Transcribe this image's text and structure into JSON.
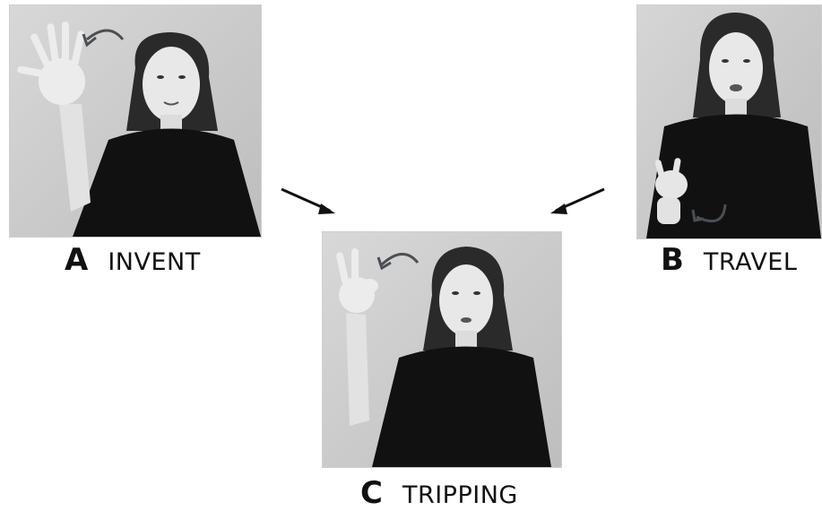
{
  "panels": {
    "a": {
      "letter": "A",
      "word": "INVENT"
    },
    "b": {
      "letter": "B",
      "word": "TRAVEL"
    },
    "c": {
      "letter": "C",
      "word": "TRIPPING"
    }
  }
}
